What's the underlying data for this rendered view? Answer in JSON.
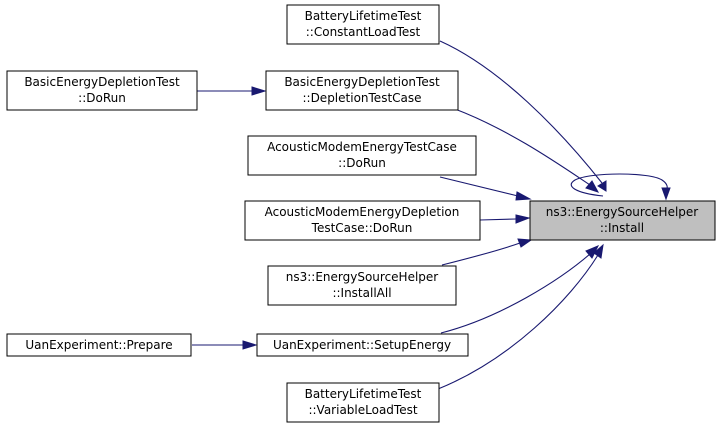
{
  "nodes": {
    "battery_constant": {
      "line1": "BatteryLifetimeTest",
      "line2": "::ConstantLoadTest"
    },
    "basic_dorun": {
      "line1": "BasicEnergyDepletionTest",
      "line2": "::DoRun"
    },
    "basic_depletion": {
      "line1": "BasicEnergyDepletionTest",
      "line2": "::DepletionTestCase"
    },
    "acoustic_test": {
      "line1": "AcousticModemEnergyTestCase",
      "line2": "::DoRun"
    },
    "acoustic_depletion": {
      "line1": "AcousticModemEnergyDepletion",
      "line2": "TestCase::DoRun"
    },
    "install_all": {
      "line1": "ns3::EnergySourceHelper",
      "line2": "::InstallAll"
    },
    "uan_prepare": {
      "line1": "UanExperiment::Prepare"
    },
    "uan_setup": {
      "line1": "UanExperiment::SetupEnergy"
    },
    "battery_variable": {
      "line1": "BatteryLifetimeTest",
      "line2": "::VariableLoadTest"
    },
    "target": {
      "line1": "ns3::EnergySourceHelper",
      "line2": "::Install"
    }
  },
  "colors": {
    "edge": "#191970",
    "highlight_fill": "#bfbfbf"
  }
}
